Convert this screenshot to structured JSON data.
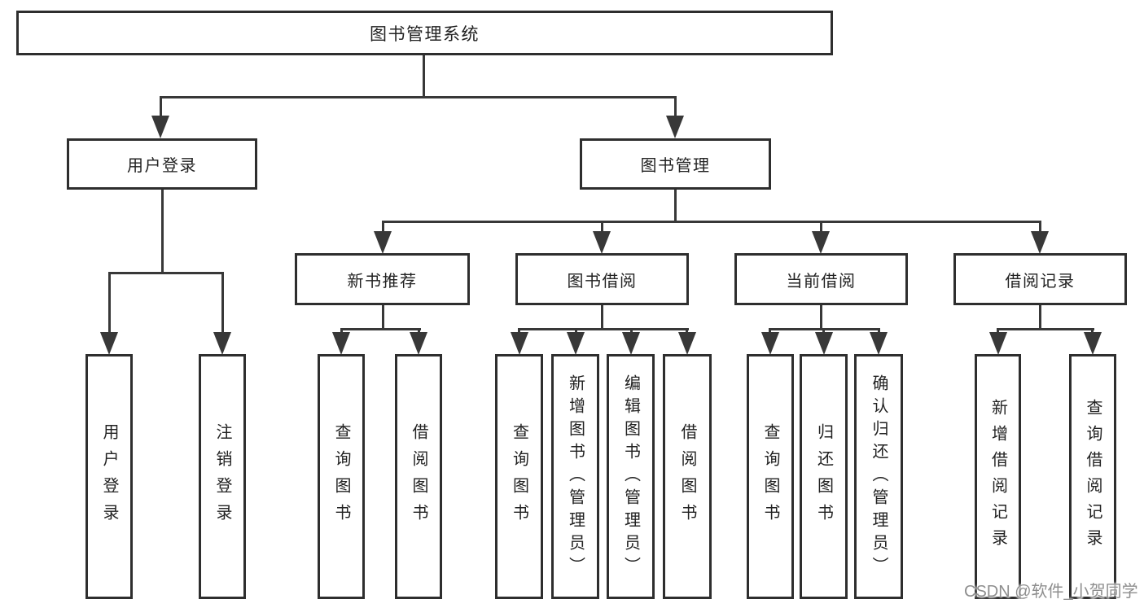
{
  "diagram": {
    "root": {
      "label": "图书管理系统"
    },
    "level2": [
      {
        "label": "用户登录"
      },
      {
        "label": "图书管理"
      }
    ],
    "level3": [
      {
        "label": "新书推荐"
      },
      {
        "label": "图书借阅"
      },
      {
        "label": "当前借阅"
      },
      {
        "label": "借阅记录"
      }
    ],
    "leaves": {
      "user_login": [
        {
          "label": "用户登录"
        },
        {
          "label": "注销登录"
        }
      ],
      "new_book": [
        {
          "label": "查询图书"
        },
        {
          "label": "借阅图书"
        }
      ],
      "book_borrow": [
        {
          "label": "查询图书"
        },
        {
          "label": "新增图书（管理员）"
        },
        {
          "label": "编辑图书（管理员）"
        },
        {
          "label": "借阅图书"
        }
      ],
      "current_borrow": [
        {
          "label": "查询图书"
        },
        {
          "label": "归还图书"
        },
        {
          "label": "确认归还（管理员）"
        }
      ],
      "borrow_record": [
        {
          "label": "新增借阅记录"
        },
        {
          "label": "查询借阅记录"
        }
      ]
    },
    "colors": {
      "line": "#383838",
      "border": "#2e2e2e",
      "text": "#222222",
      "watermark": "#8e8e8e"
    }
  },
  "watermark": {
    "text": "CSDN @软件_小贺同学"
  }
}
